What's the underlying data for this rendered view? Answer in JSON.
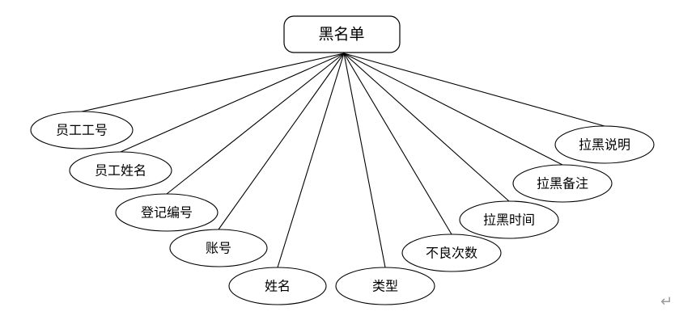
{
  "entity": {
    "label": "黑名单"
  },
  "attributes": [
    {
      "key": "employee_no",
      "label": "员工工号"
    },
    {
      "key": "employee_name",
      "label": "员工姓名"
    },
    {
      "key": "registration_no",
      "label": "登记编号"
    },
    {
      "key": "account",
      "label": "账号"
    },
    {
      "key": "name",
      "label": "姓名"
    },
    {
      "key": "type",
      "label": "类型"
    },
    {
      "key": "bad_count",
      "label": "不良次数"
    },
    {
      "key": "blacklist_time",
      "label": "拉黑时间"
    },
    {
      "key": "blacklist_note",
      "label": "拉黑备注"
    },
    {
      "key": "blacklist_desc",
      "label": "拉黑说明"
    }
  ],
  "paragraph_mark": "↵"
}
